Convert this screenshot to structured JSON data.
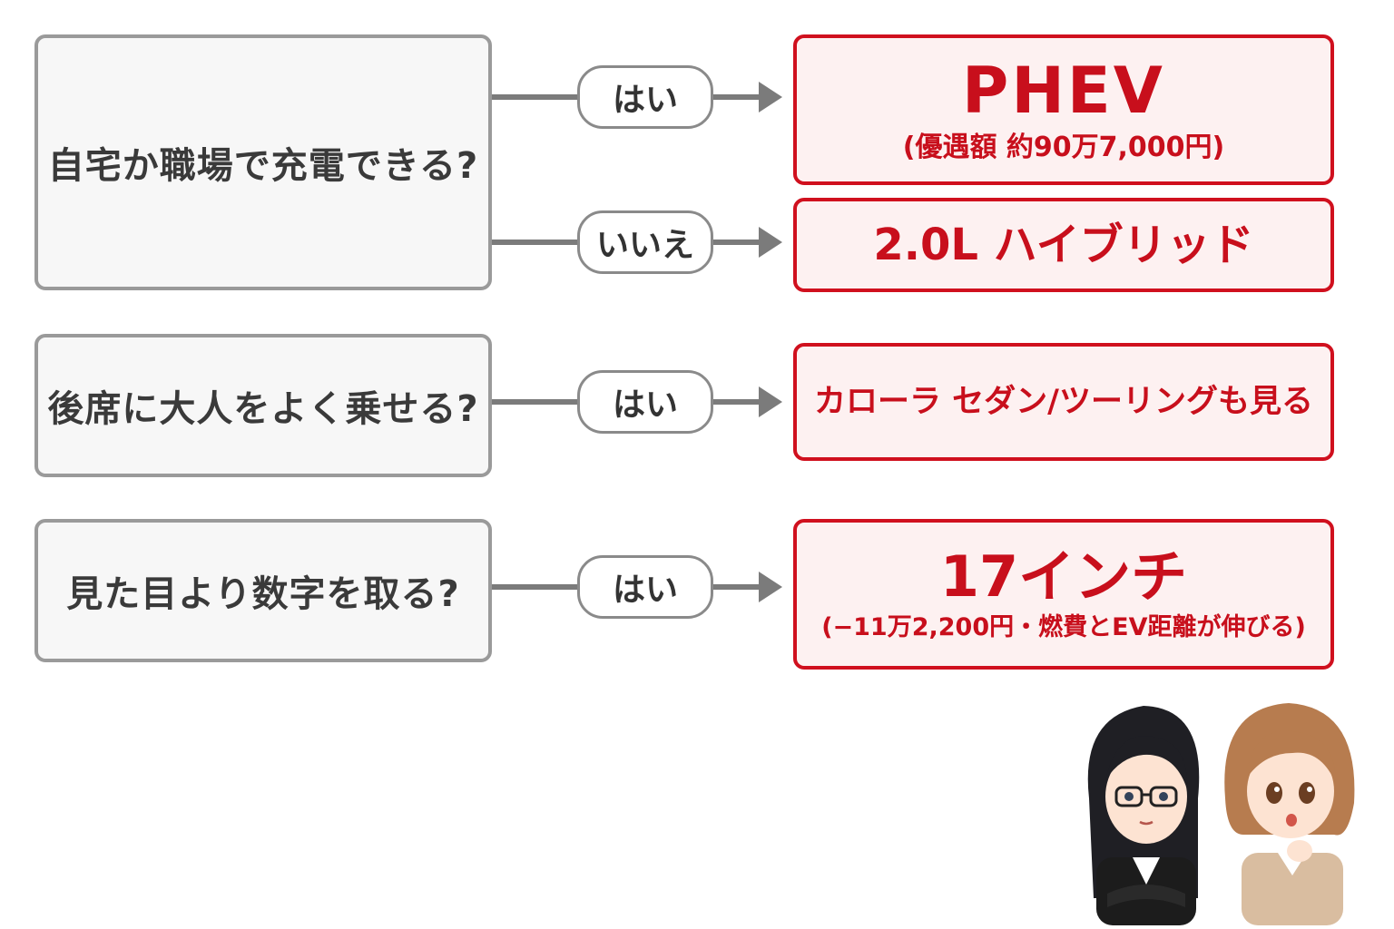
{
  "questions": [
    {
      "text": "自宅か職場で充電できる?"
    },
    {
      "text": "後席に大人をよく乗せる?"
    },
    {
      "text": "見た目より数字を取る?"
    }
  ],
  "answers": {
    "yes": "はい",
    "no": "いいえ"
  },
  "results": [
    {
      "main": "PHEV",
      "sub": "(優遇額 約90万7,000円)"
    },
    {
      "main": "2.0L ハイブリッド"
    },
    {
      "main": "カローラ セダン/ツーリングも見る"
    },
    {
      "main": "17インチ",
      "sub": "(−11万2,200円・燃費とEV距離が伸びる)"
    }
  ],
  "colors": {
    "accent": "#d0101e",
    "question_border": "#9a9a9a",
    "arrow": "#7b7b7b"
  },
  "icons": [
    "woman-black-hair-glasses-suit",
    "woman-brown-hair-thinking"
  ]
}
